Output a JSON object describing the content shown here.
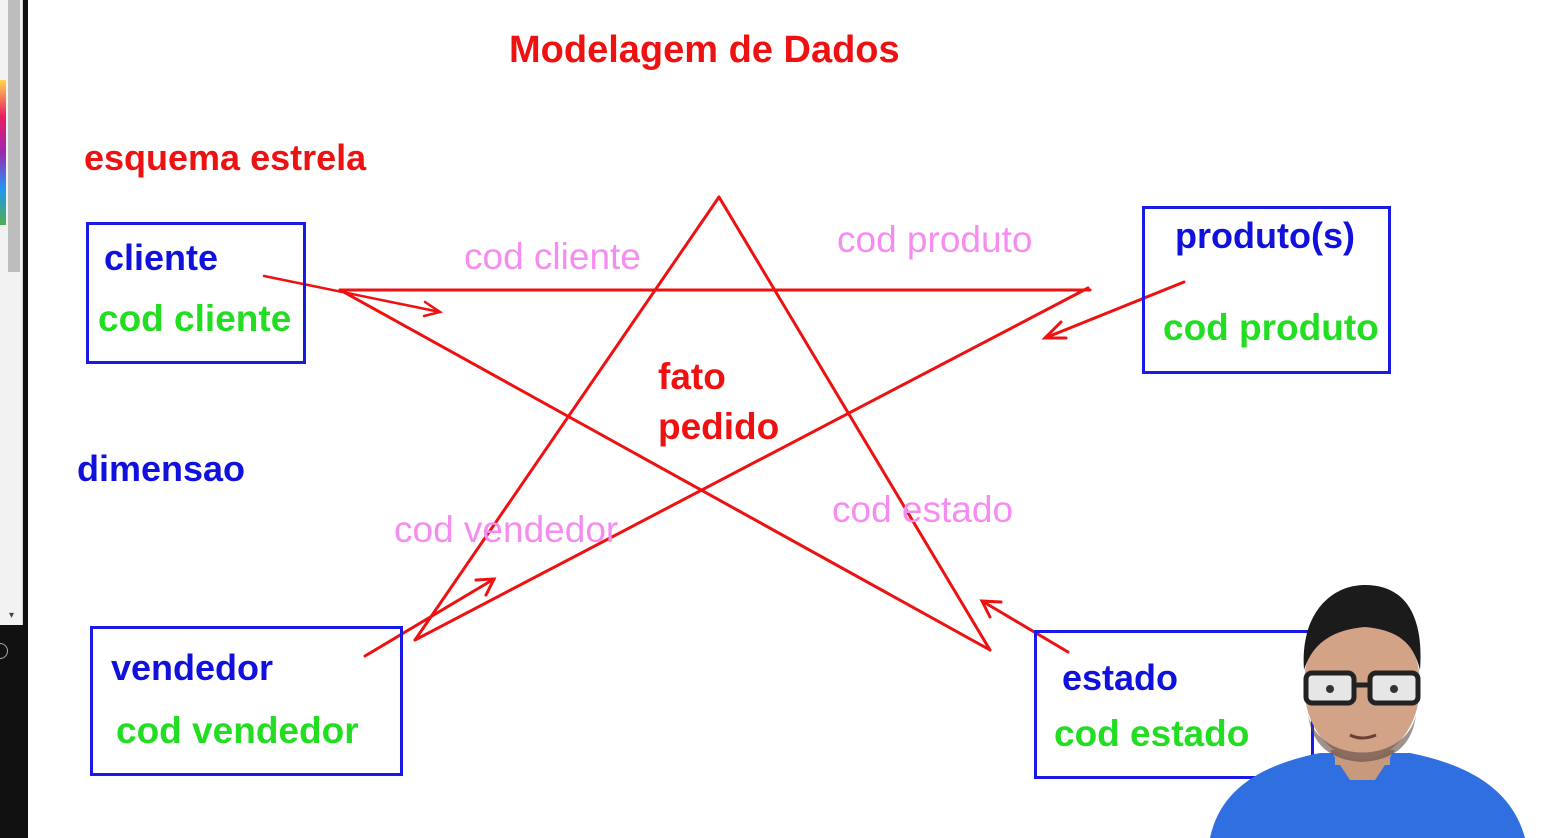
{
  "title": "Modelagem de Dados",
  "subtitle": "esquema estrela",
  "side_label": "dimensao",
  "fact": {
    "line1": "fato",
    "line2": "pedido"
  },
  "links": {
    "cliente": "cod cliente",
    "produto": "cod produto",
    "vendedor": "cod vendedor",
    "estado": "cod estado"
  },
  "dimensions": {
    "cliente": {
      "name": "cliente",
      "key": "cod cliente"
    },
    "produto": {
      "name": "produto(s)",
      "key": "cod produto"
    },
    "vendedor": {
      "name": "vendedor",
      "key": "cod vendedor"
    },
    "estado": {
      "name": "estado",
      "key": "cod estado"
    }
  },
  "colors": {
    "title": "#ee1111",
    "dimension_name": "#1111dd",
    "dimension_key": "#22dd22",
    "link_label": "#f58cf0",
    "star": "#ee1111",
    "box_border": "#1a1ae6"
  }
}
